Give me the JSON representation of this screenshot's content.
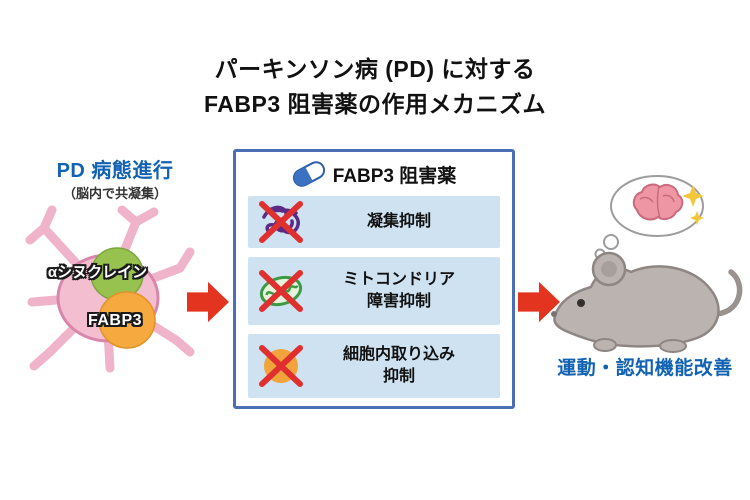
{
  "title": {
    "line1": "パーキンソン病 (PD) に対する",
    "line2": "FABP3 阻害薬の作用メカニズム"
  },
  "left": {
    "heading": "PD 病態進行",
    "subheading": "（脳内で共凝集）",
    "label_synuclein": "αシヌクレイン",
    "label_fabp3": "FABP3"
  },
  "box": {
    "header": "FABP3 阻害薬",
    "rows": [
      {
        "line1": "凝集抑制",
        "line2": "",
        "icon": "tangle-icon"
      },
      {
        "line1": "ミトコンドリア",
        "line2": "障害抑制",
        "icon": "mitochondria-icon"
      },
      {
        "line1": "細胞内取り込み",
        "line2": "抑制",
        "icon": "cell-circle-icon"
      }
    ]
  },
  "right": {
    "caption": "運動・認知機能改善"
  },
  "colors": {
    "accent_blue": "#1262b3",
    "arrow_red": "#e3341f",
    "box_border": "#4a6fb5",
    "row_bg": "#cfe2f1",
    "tangle_purple": "#5b2a86",
    "mito_green": "#3d9a44",
    "cell_orange": "#f2a43c",
    "cross_red": "#e02f2f",
    "neuron_pink": "#f4bed1",
    "synuclein_green": "#97c24f",
    "fabp3_orange": "#f5a93e",
    "mouse_gray": "#bab3b0",
    "brain_pink": "#ee96a3",
    "sparkle_yellow": "#f2c83a"
  }
}
